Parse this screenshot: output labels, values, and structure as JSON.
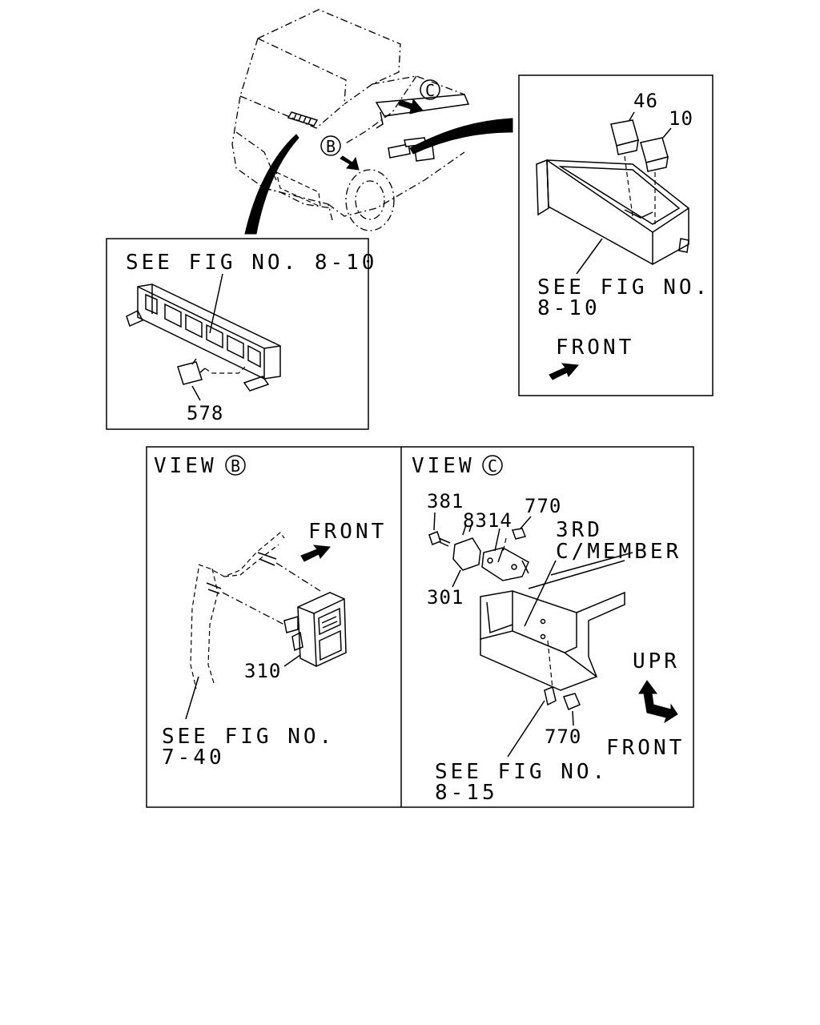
{
  "inset_relay_box": {
    "ref_text": "SEE FIG NO. 8-10",
    "part_46": "46",
    "part_10": "10",
    "ref_line1": "SEE FIG NO.",
    "ref_line2": "8-10",
    "front_label": "FRONT"
  },
  "inset_relay_bracket": {
    "ref_text": "SEE FIG NO. 8-10",
    "part_578": "578"
  },
  "overview": {
    "callout_b": "B",
    "callout_c": "C"
  },
  "view_b": {
    "title": "VIEW",
    "letter": "B",
    "front_label": "FRONT",
    "part_310": "310",
    "ref_line1": "SEE FIG NO.",
    "ref_line2": "7-40"
  },
  "view_c": {
    "title": "VIEW",
    "letter": "C",
    "part_381": "381",
    "part_8314": "8314",
    "part_770_top": "770",
    "part_301": "301",
    "member_line1": "3RD",
    "member_line2": "C/MEMBER",
    "upr_label": "UPR",
    "part_770_bottom": "770",
    "front_label": "FRONT",
    "ref_line1": "SEE FIG NO.",
    "ref_line2": "8-15"
  }
}
